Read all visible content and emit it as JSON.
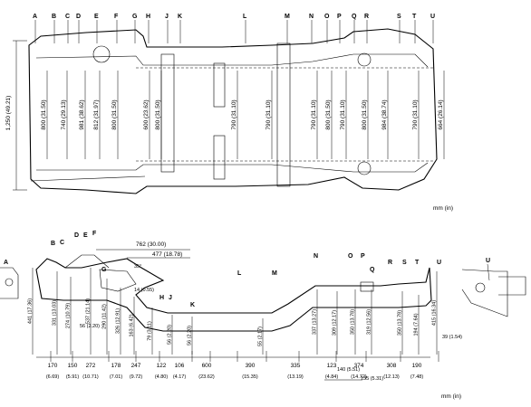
{
  "diagram": {
    "top_view": {
      "unit_label": "mm (in)",
      "point_labels": [
        "A",
        "B",
        "C",
        "D",
        "E",
        "F",
        "G",
        "H",
        "J",
        "K",
        "L",
        "M",
        "N",
        "O",
        "P",
        "Q",
        "R",
        "S",
        "T",
        "U"
      ],
      "overall_width": "1,250 (49.21)",
      "widths": [
        "800 (31.50)",
        "740 (29.13)",
        "981 (38.62)",
        "812 (31.97)",
        "800 (31.50)",
        "600 (23.62)",
        "800 (31.50)",
        "790 (31.10)",
        "790 (31.10)",
        "790 (31.10)",
        "800 (31.50)",
        "790 (31.10)",
        "800 (31.50)",
        "984 (38.74)",
        "790 (31.10)",
        "664 (26.14)"
      ]
    },
    "side_view": {
      "unit_label": "mm (in)",
      "point_labels": [
        "A",
        "B",
        "C",
        "D",
        "E",
        "F",
        "G",
        "H",
        "J",
        "K",
        "L",
        "M",
        "N",
        "O",
        "P",
        "Q",
        "R",
        "S",
        "T",
        "U"
      ],
      "vertical_dims": [
        "441 (17.36)",
        "331 (13.03)",
        "274 (10.79)",
        "537 (21.14)",
        "290 (11.42)",
        "326 (12.91)",
        "163 (6.42)",
        "79 (3.11)",
        "56 (2.20)",
        "56 (2.20)",
        "55 (2.17)",
        "337 (13.27)",
        "309 (12.17)",
        "350 (13.78)",
        "319 (12.56)",
        "350 (13.78)",
        "194 (7.64)",
        "415 (16.34)"
      ],
      "inline_dims": [
        "762 (30.00)",
        "477 (18.78)",
        "14 (0.55)",
        "56 (2.20)",
        "35°",
        "39 (1.54)",
        "140 (5.51)",
        "135 (5.31)"
      ],
      "bottom_dims": [
        "170",
        "150",
        "272",
        "178",
        "247",
        "122",
        "106",
        "600",
        "390",
        "335",
        "123",
        "374",
        "308",
        "190"
      ],
      "bottom_dims_in": [
        "(6.69)",
        "(5.91)",
        "(10.71)",
        "(7.01)",
        "(9.72)",
        "(4.80)",
        "(4.17)",
        "(23.62)",
        "(15.35)",
        "(13.19)",
        "(4.84)",
        "(14.72)",
        "(12.13)",
        "(7.48)"
      ]
    }
  }
}
